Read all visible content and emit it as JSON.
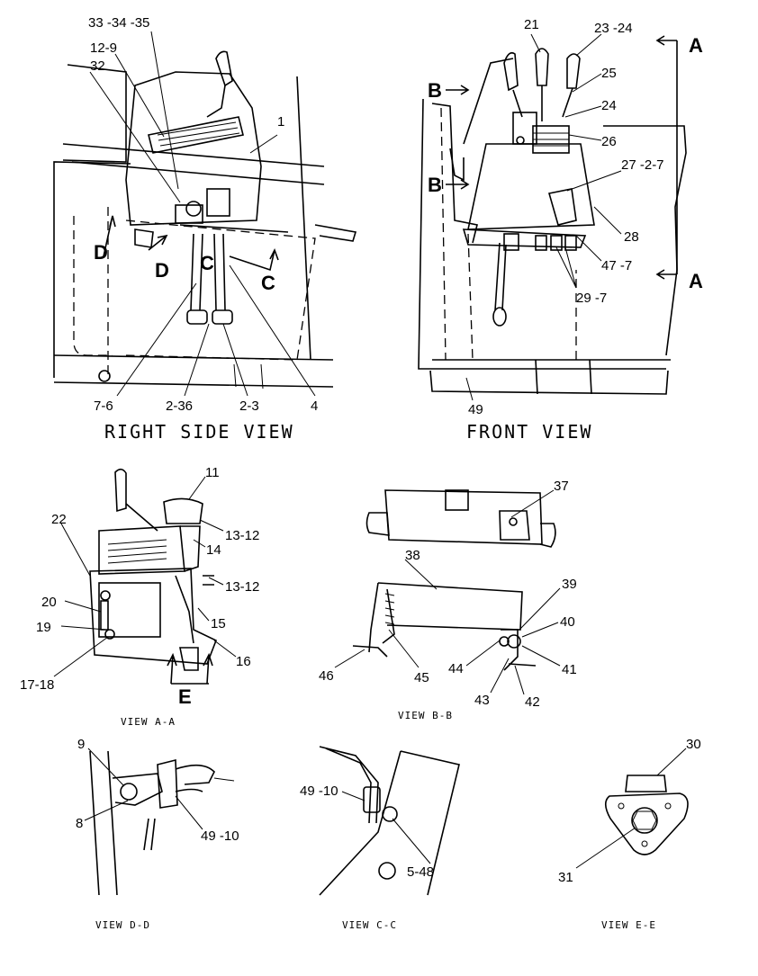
{
  "views": {
    "right_side": "RIGHT SIDE VIEW",
    "front": "FRONT VIEW",
    "aa": "VIEW A-A",
    "bb": "VIEW B-B",
    "dd": "VIEW D-D",
    "cc": "VIEW C-C",
    "ee": "VIEW E-E"
  },
  "section_marks": {
    "a": "A",
    "b": "B",
    "c": "C",
    "d": "D",
    "e": "E"
  },
  "callouts": {
    "right_side": [
      "33 -34 -35",
      "12-9",
      "32",
      "1",
      "7-6",
      "2-36",
      "2-3",
      "4"
    ],
    "front": [
      "21",
      "23 -24",
      "25",
      "24",
      "26",
      "27 -2-7",
      "28",
      "47 -7",
      "29 -7",
      "49"
    ],
    "aa": [
      "11",
      "13-12",
      "14",
      "13-12",
      "15",
      "16",
      "22",
      "20",
      "19",
      "17-18"
    ],
    "bb": [
      "37",
      "38",
      "39",
      "40",
      "41",
      "42",
      "43",
      "44",
      "45",
      "46"
    ],
    "dd": [
      "9",
      "8",
      "49 -10"
    ],
    "cc": [
      "49 -10",
      "5-48"
    ],
    "ee": [
      "30",
      "31"
    ]
  }
}
